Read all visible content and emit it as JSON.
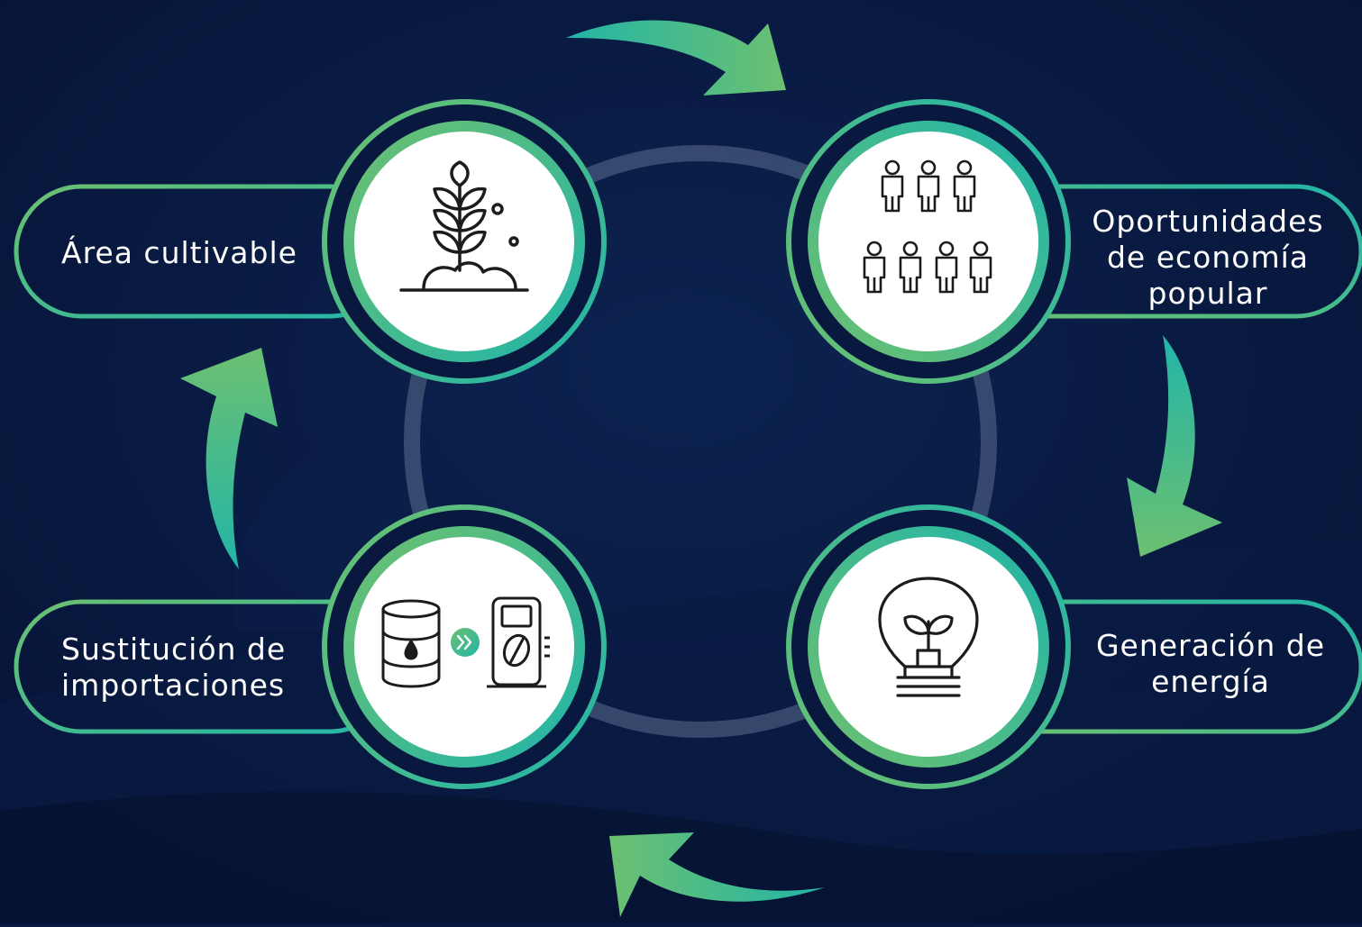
{
  "colors": {
    "background": "#08183e",
    "accent_green": "#6cc070",
    "accent_teal": "#22b5a8",
    "node_fill": "#ffffff",
    "icon_stroke": "#1c1c1c",
    "text": "#ffffff"
  },
  "nodes": [
    {
      "id": "area-cultivable",
      "icon": "plant-icon",
      "lines": [
        "Área cultivable"
      ]
    },
    {
      "id": "oportunidades",
      "icon": "people-icon",
      "lines": [
        "Oportunidades",
        "de economía",
        "popular"
      ]
    },
    {
      "id": "generacion",
      "icon": "lightbulb-plant-icon",
      "lines": [
        "Generación de",
        "energía"
      ]
    },
    {
      "id": "sustitucion",
      "icon": "barrel-to-biofuel-icon",
      "lines": [
        "Sustitución de",
        "importaciones"
      ]
    }
  ],
  "arrows": [
    "arrow-icon",
    "arrow-icon",
    "arrow-icon",
    "arrow-icon"
  ]
}
